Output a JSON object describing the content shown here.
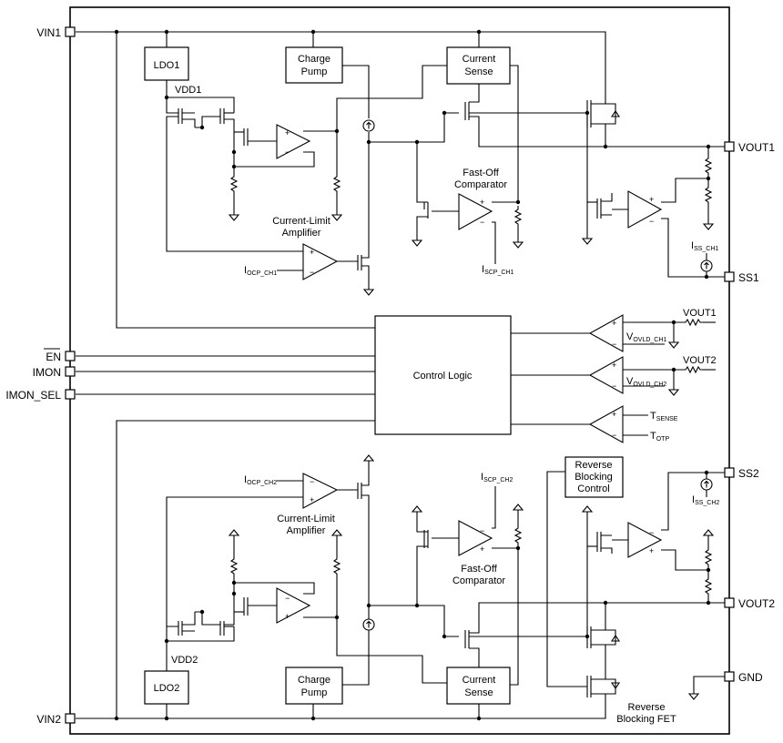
{
  "pins": {
    "vin1": "VIN1",
    "en": "EN",
    "imon": "IMON",
    "imon_sel": "IMON_SEL",
    "vin2": "VIN2",
    "vout1": "VOUT1",
    "ss1": "SS1",
    "ss2": "SS2",
    "vout2": "VOUT2",
    "gnd": "GND"
  },
  "blocks": {
    "ldo1": "LDO1",
    "ldo2": "LDO2",
    "charge_pump_1": [
      "Charge",
      "Pump"
    ],
    "charge_pump_2": [
      "Charge",
      "Pump"
    ],
    "current_sense_1": [
      "Current",
      "Sense"
    ],
    "current_sense_2": [
      "Current",
      "Sense"
    ],
    "control_logic": "Control Logic",
    "reverse_blocking_control": [
      "Reverse",
      "Blocking",
      "Control"
    ]
  },
  "labels": {
    "vdd1": "VDD1",
    "vdd2": "VDD2",
    "current_limit_amp_1": [
      "Current-Limit",
      "Amplifier"
    ],
    "current_limit_amp_2": [
      "Current-Limit",
      "Amplifier"
    ],
    "fast_off_comp_1": [
      "Fast-Off",
      "Comparator"
    ],
    "fast_off_comp_2": [
      "Fast-Off",
      "Comparator"
    ],
    "reverse_blocking_fet": [
      "Reverse",
      "Blocking FET"
    ],
    "vout1_sense": "VOUT1",
    "vout2_sense": "VOUT2"
  },
  "signals": {
    "iocp_ch1": {
      "main": "I",
      "sub": "OCP_CH1"
    },
    "iocp_ch2": {
      "main": "I",
      "sub": "OCP_CH2"
    },
    "iscp_ch1": {
      "main": "I",
      "sub": "SCP_CH1"
    },
    "iscp_ch2": {
      "main": "I",
      "sub": "SCP_CH2"
    },
    "iss_ch1": {
      "main": "I",
      "sub": "SS_CH1"
    },
    "iss_ch2": {
      "main": "I",
      "sub": "SS_CH2"
    },
    "vovld_ch1": {
      "main": "V",
      "sub": "OVLD_CH1"
    },
    "vovld_ch2": {
      "main": "V",
      "sub": "OVLD_CH2"
    },
    "tsense": {
      "main": "T",
      "sub": "SENSE"
    },
    "totp": {
      "main": "T",
      "sub": "OTP"
    }
  }
}
